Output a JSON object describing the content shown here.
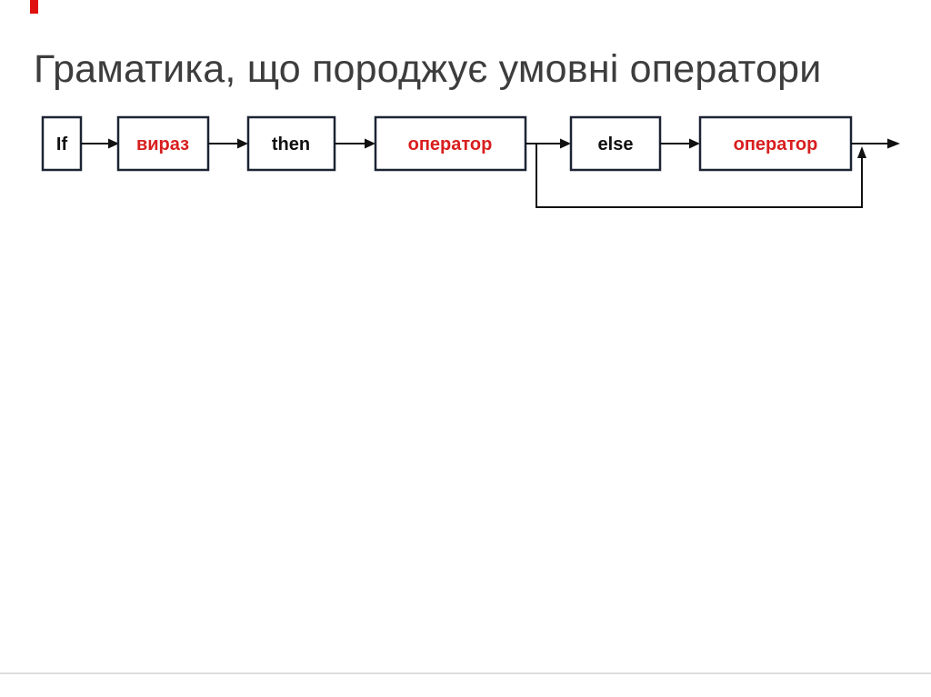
{
  "slide": {
    "title": "Граматика, що породжує умовні оператори"
  },
  "diagram": {
    "type": "railroad-syntax-diagram",
    "nodes": [
      {
        "label": "If",
        "style": "keyword"
      },
      {
        "label": "вираз",
        "style": "nonterminal"
      },
      {
        "label": "then",
        "style": "keyword"
      },
      {
        "label": "оператор",
        "style": "nonterminal"
      },
      {
        "label": "else",
        "style": "keyword"
      },
      {
        "label": "оператор",
        "style": "nonterminal"
      }
    ],
    "colors": {
      "keyword_text": "#101010",
      "nonterminal_text": "#d91e1e",
      "box_border": "#1c2433",
      "arrow": "#111111",
      "top_accent": "#e01010"
    }
  }
}
